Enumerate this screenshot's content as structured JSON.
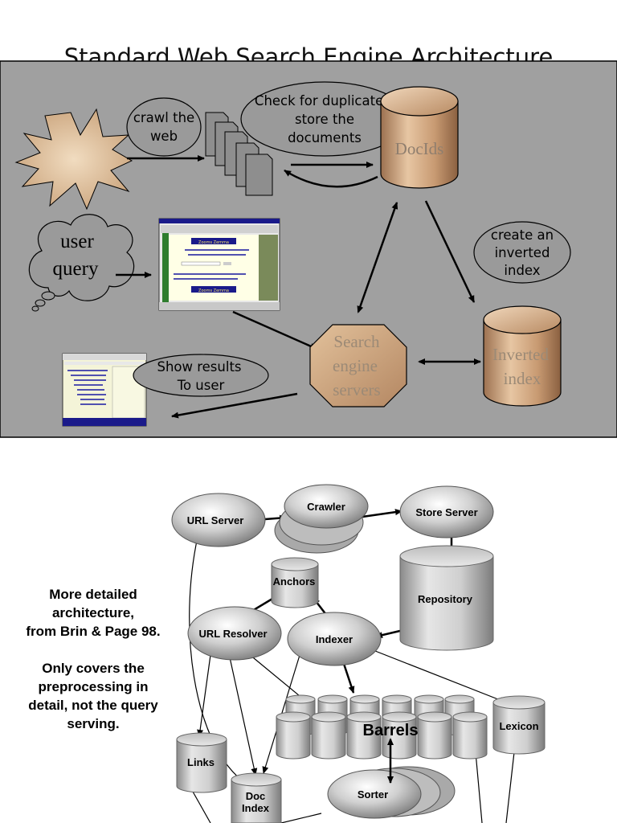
{
  "slide": {
    "title": "Standard Web Search Engine Architecture"
  },
  "top_diagram": {
    "crawl_label": [
      "crawl the",
      "web"
    ],
    "duplicates_label": [
      "Check for duplicates,",
      "store the",
      "documents"
    ],
    "docids_label": "DocIds",
    "user_query_label": [
      "user",
      "query"
    ],
    "inverted_label": [
      "create an",
      "inverted",
      "index"
    ],
    "search_servers_label": [
      "Search",
      "engine",
      "servers"
    ],
    "inverted_index_label": [
      "Inverted",
      "index"
    ],
    "results_label": [
      "Show results",
      "To user"
    ],
    "screenshot_banner": "Zooms Zemma"
  },
  "bottom_diagram": {
    "nodes": {
      "url_server": "URL Server",
      "crawler": "Crawler",
      "store_server": "Store Server",
      "anchors": "Anchors",
      "repository": "Repository",
      "url_resolver": "URL Resolver",
      "indexer": "Indexer",
      "barrels": "Barrels",
      "lexicon": "Lexicon",
      "links": "Links",
      "doc_index": [
        "Doc",
        "Index"
      ],
      "sorter": "Sorter"
    }
  },
  "side_note": {
    "lines_1": [
      "More detailed",
      "architecture,",
      "from Brin & Page 98."
    ],
    "lines_2": [
      "Only covers the",
      "preprocessing in",
      "detail, not the query",
      "serving."
    ]
  },
  "colors": {
    "panel_bg": "#a0a0a0",
    "star_fill": "#d6b58c",
    "cylinder_fill": "#c89a72",
    "ellipse_fill": "#9a9a9a",
    "node_gray": "#b8b8b8"
  }
}
